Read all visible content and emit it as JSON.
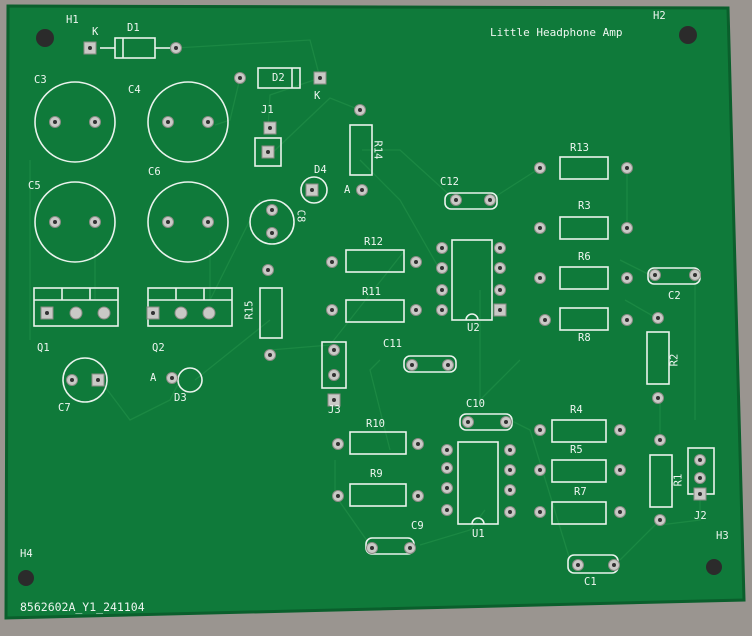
{
  "board": {
    "title": "Little Headphone Amp",
    "part_number": "8562602A_Y1_241104"
  },
  "mounting_holes": [
    "H1",
    "H2",
    "H3",
    "H4"
  ],
  "designators": {
    "D1": "D1",
    "D2": "D2",
    "D3": "D3",
    "D4": "D4",
    "K1": "K",
    "K2": "K",
    "A1": "A",
    "A2": "A",
    "J1": "J1",
    "J2": "J2",
    "J3": "J3",
    "C1": "C1",
    "C2": "C2",
    "C3": "C3",
    "C4": "C4",
    "C5": "C5",
    "C6": "C6",
    "C7": "C7",
    "C8": "C8",
    "C9": "C9",
    "C10": "C10",
    "C11": "C11",
    "C12": "C12",
    "Q1": "Q1",
    "Q2": "Q2",
    "U1": "U1",
    "U2": "U2",
    "R1": "R1",
    "R2": "R2",
    "R3": "R3",
    "R4": "R4",
    "R5": "R5",
    "R6": "R6",
    "R7": "R7",
    "R8": "R8",
    "R9": "R9",
    "R10": "R10",
    "R11": "R11",
    "R12": "R12",
    "R13": "R13",
    "R14": "R14",
    "R15": "R15"
  }
}
